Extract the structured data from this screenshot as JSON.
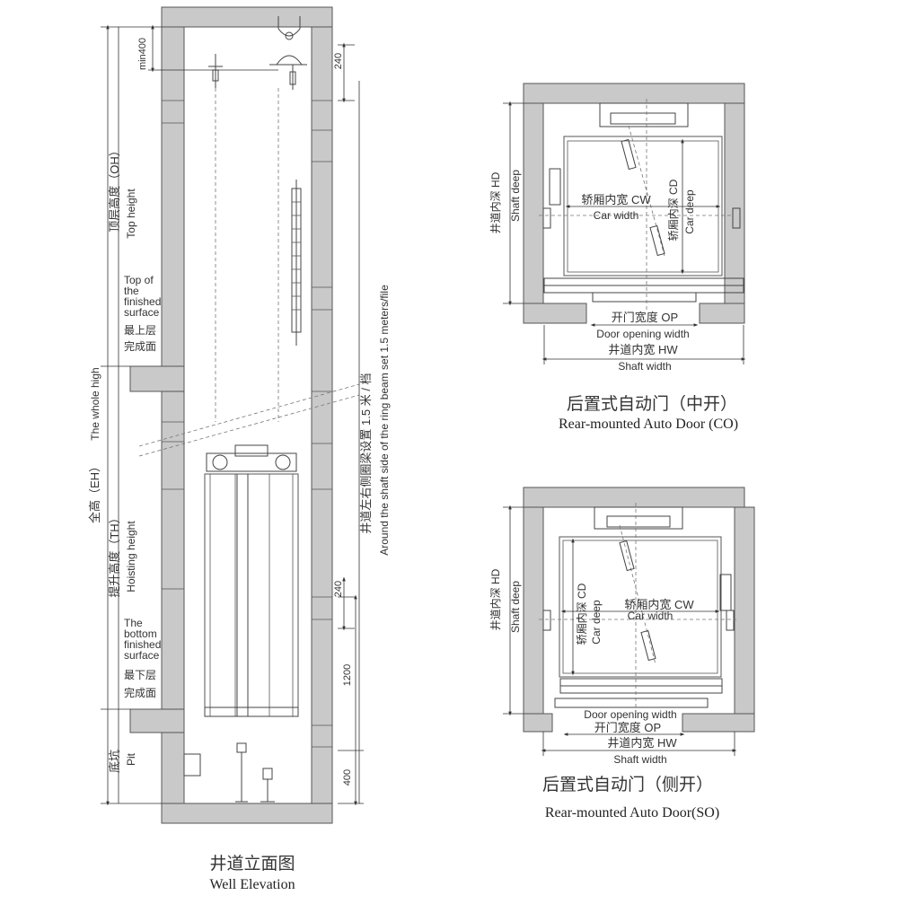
{
  "elevation": {
    "caption_cn": "井道立面图",
    "caption_en": "Well Elevation",
    "min400": "min400",
    "top_clear_240": "240",
    "lower_240": "240",
    "dim_1200": "1200",
    "dim_400": "400",
    "oh_cn": "顶层高度（OH）",
    "oh_en": "Top height",
    "eh_cn": "全高（EH）",
    "eh_en": "The whole high",
    "th_cn": "提升高度（TH）",
    "th_en": "Hoisting height",
    "pit_cn": "底坑",
    "pit_en": "Pit",
    "top_surface_en": [
      "Top of",
      "the",
      "finished",
      "surface"
    ],
    "top_surface_cn": [
      "最上层",
      "完成面"
    ],
    "bottom_surface_en": [
      "The",
      "bottom",
      "finished",
      "surface"
    ],
    "bottom_surface_cn": [
      "最下层",
      "完成面"
    ],
    "ring_beam_cn": "井道左右侧圈梁设置 1.5 米 / 档",
    "ring_beam_en": "Around the shaft side of the ring beam set 1.5 meters/file"
  },
  "plan_co": {
    "caption_cn": "后置式自动门（中开）",
    "caption_en": "Rear-mounted Auto Door (CO)",
    "hd_cn": "井道内深 HD",
    "hd_en": "Shaft deep",
    "cw_cn": "轿厢内宽 CW",
    "cw_en": "Car width",
    "cd_cn": "轿厢内深 CD",
    "cd_en": "Car deep",
    "op_cn": "开门宽度 OP",
    "op_en": "Door opening width",
    "hw_cn": "井道内宽 HW",
    "hw_en": "Shaft width"
  },
  "plan_so": {
    "caption_cn": "后置式自动门（侧开）",
    "caption_en": "Rear-mounted Auto Door(SO)",
    "hd_cn": "井道内深 HD",
    "hd_en": "Shaft deep",
    "cw_cn": "轿厢内宽 CW",
    "cw_en": "Car width",
    "cd_cn": "轿厢内深 CD",
    "cd_en": "Car deep",
    "op_en": "Door opening width",
    "op_cn": "开门宽度 OP",
    "hw_cn": "井道内宽 HW",
    "hw_en": "Shaft width"
  },
  "colors": {
    "wall": "#c9c9c9",
    "line": "#444444"
  }
}
